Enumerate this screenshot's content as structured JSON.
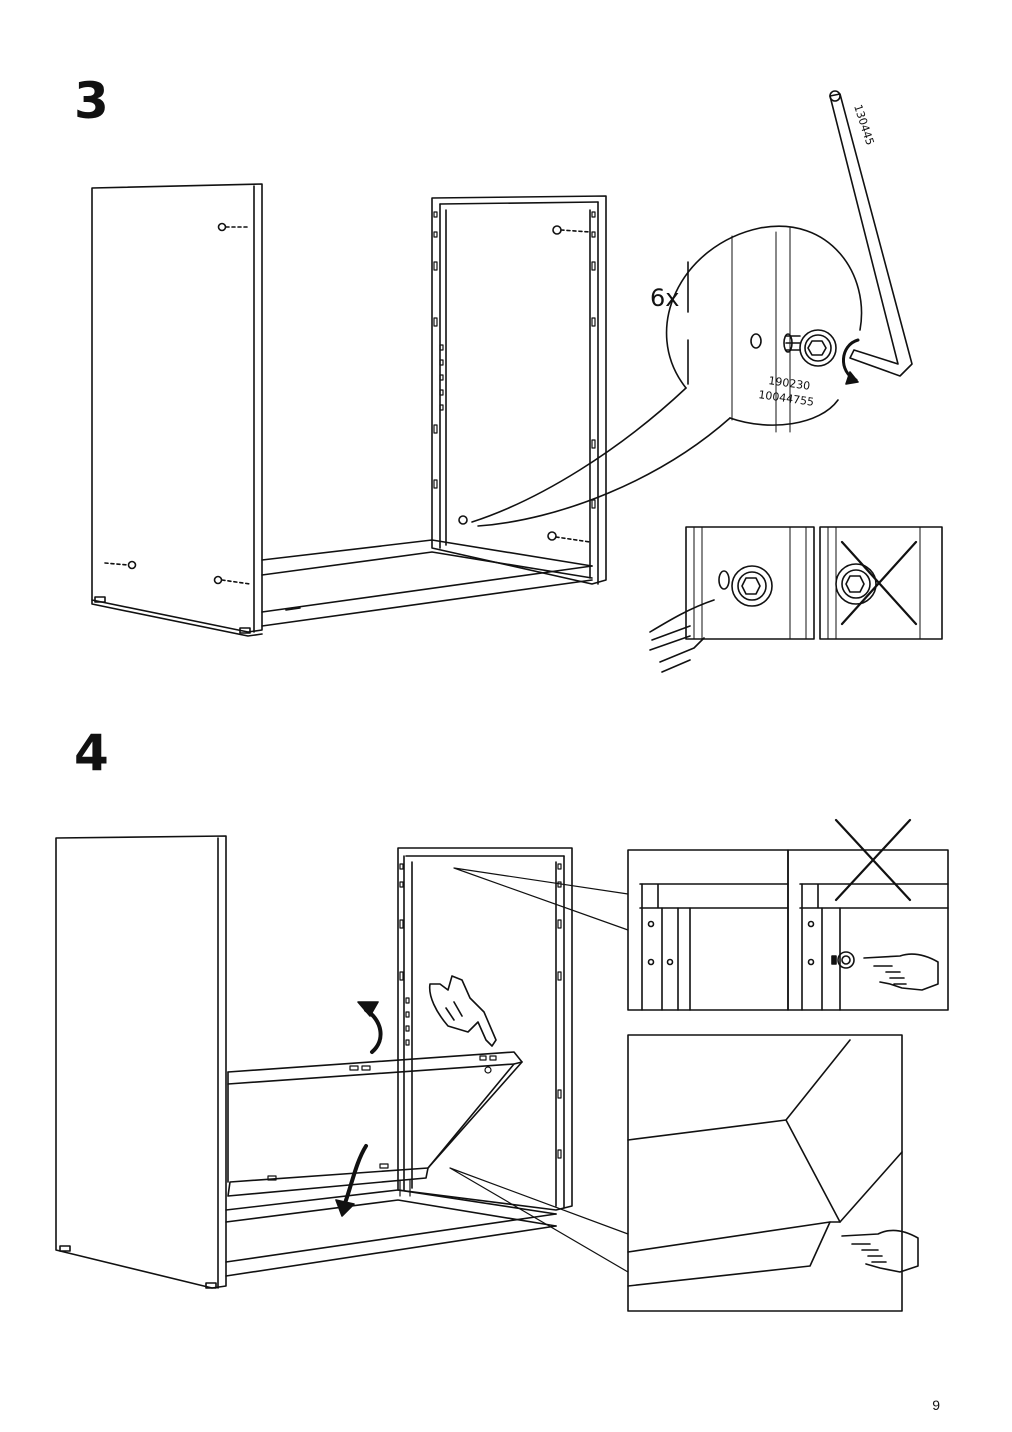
{
  "step3": {
    "number": "3",
    "quantity": "6x",
    "screw_part_numbers": [
      "190230",
      "10044755"
    ],
    "hex_key_part_number": "130445"
  },
  "step4": {
    "number": "4"
  },
  "page_number": "9"
}
